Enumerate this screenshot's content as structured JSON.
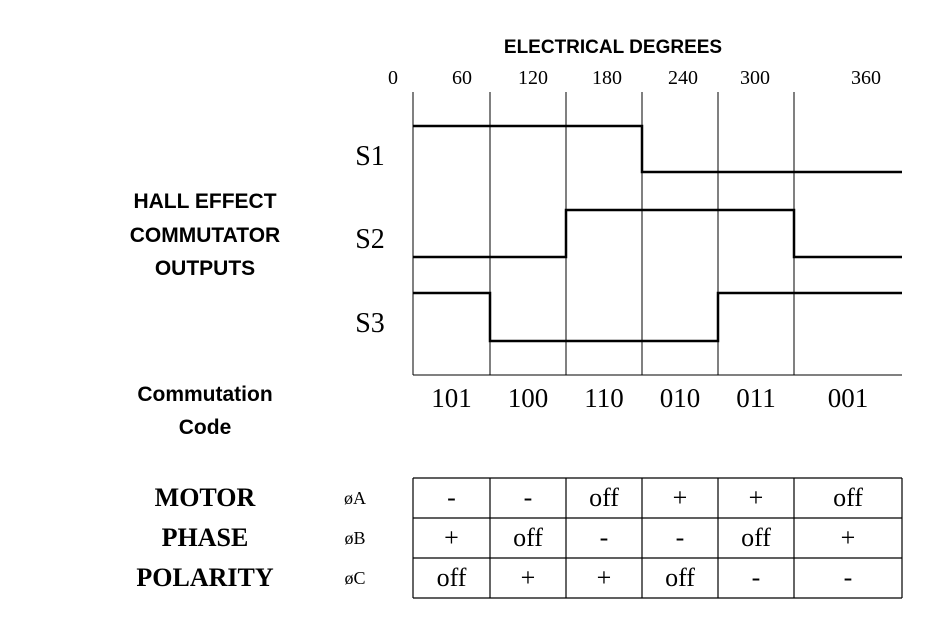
{
  "header": {
    "axis_title": "ELECTRICAL DEGREES",
    "degree_ticks": [
      "0",
      "60",
      "120",
      "180",
      "240",
      "300",
      "360"
    ]
  },
  "hall_section": {
    "label_lines": [
      "HALL EFFECT",
      "COMMUTATOR",
      "OUTPUTS"
    ],
    "signals": [
      {
        "name": "S1",
        "levels": [
          1,
          1,
          1,
          0,
          0,
          0
        ]
      },
      {
        "name": "S2",
        "levels": [
          0,
          0,
          1,
          1,
          1,
          0
        ]
      },
      {
        "name": "S3",
        "levels": [
          1,
          0,
          0,
          0,
          1,
          1
        ]
      }
    ]
  },
  "commutation": {
    "label_lines": [
      "Commutation",
      "Code"
    ],
    "codes": [
      "101",
      "100",
      "110",
      "010",
      "011",
      "001"
    ]
  },
  "motor_phase": {
    "label_lines": [
      "MOTOR",
      "PHASE",
      "POLARITY"
    ],
    "phases": [
      {
        "name": "øA",
        "values": [
          "-",
          "-",
          "off",
          "+",
          "+",
          "off"
        ]
      },
      {
        "name": "øB",
        "values": [
          "+",
          "off",
          "-",
          "-",
          "off",
          "+"
        ]
      },
      {
        "name": "øC",
        "values": [
          "off",
          "+",
          "+",
          "off",
          "-",
          "-"
        ]
      }
    ]
  },
  "colors": {
    "ink": "#000000",
    "background": "#ffffff"
  }
}
